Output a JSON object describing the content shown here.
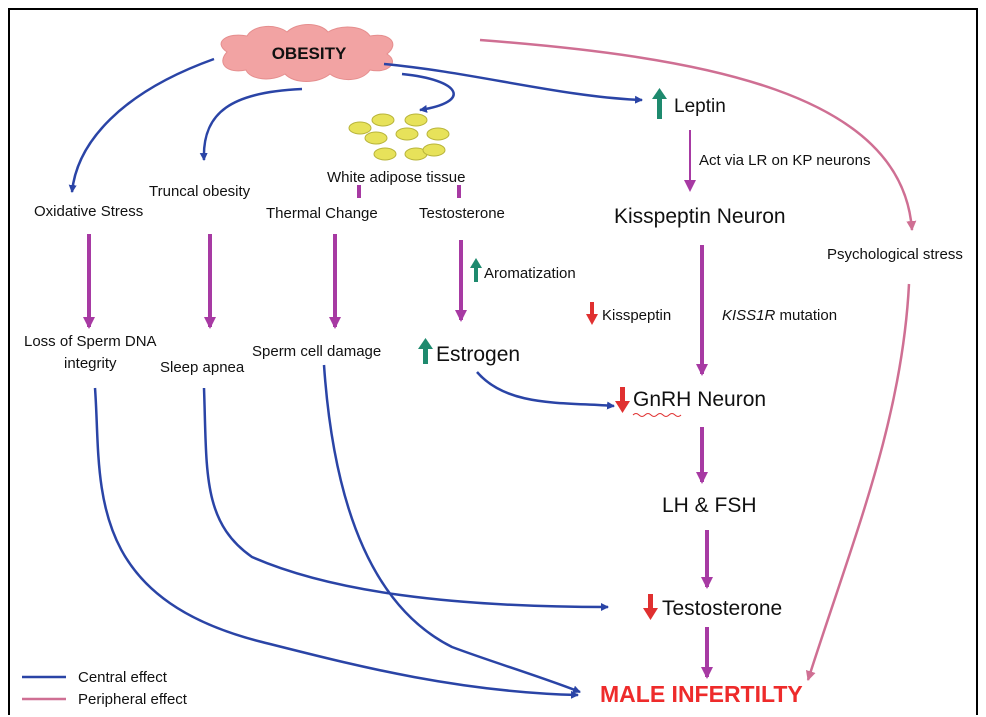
{
  "nodes": {
    "obesity": "OBESITY",
    "leptin": "Leptin",
    "act_via": "Act via LR on KP neurons",
    "kisspeptin_neuron": "Kisspeptin Neuron",
    "psych_stress": "Psychological stress",
    "white_adipose": "White adipose tissue",
    "truncal_obesity": "Truncal obesity",
    "oxidative_stress": "Oxidative Stress",
    "thermal_change": "Thermal Change",
    "testosterone_top": "Testosterone",
    "aromatization": "Aromatization",
    "kisspeptin_down": "Kisspeptin",
    "kiss1r_gene": "KISS1R",
    "kiss1r_rest": " mutation",
    "loss_dna_1": "Loss of Sperm DNA",
    "loss_dna_2": "integrity",
    "sleep_apnea": "Sleep apnea",
    "sperm_damage": "Sperm cell damage",
    "estrogen": "Estrogen",
    "gnrh_1": "GnRH",
    "gnrh_2": " Neuron",
    "lh_fsh": "LH & FSH",
    "testosterone_low": "Testosterone",
    "male_infertility": "MALE INFERTILTY"
  },
  "legend": {
    "central": "Central effect",
    "peripheral": "Peripheral effect"
  },
  "colors": {
    "central": "#2a44a6",
    "peripheral": "#cf6f93",
    "vertical": "#a73aa3",
    "cloud": "#f2a3a3",
    "up_arrow": "#1e8a6e",
    "down_arrow": "#e03030",
    "title_red": "#ee2b2b",
    "fat_cell": "#e7e25a"
  }
}
